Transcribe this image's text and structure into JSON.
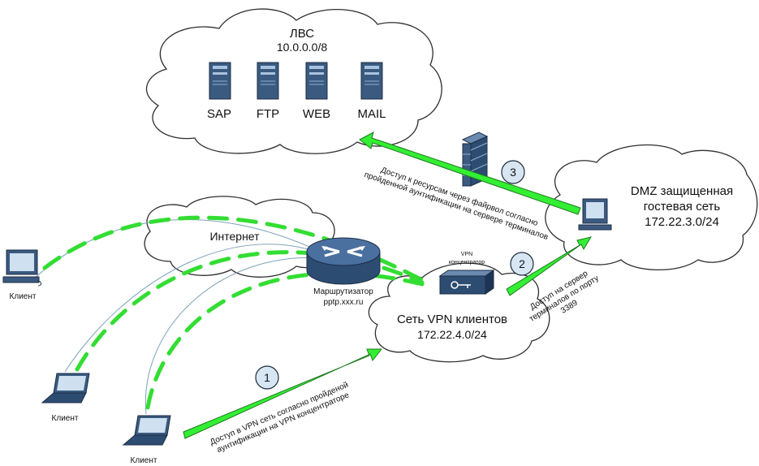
{
  "lan": {
    "title": "ЛВС",
    "subnet": "10.0.0.0/8"
  },
  "servers": [
    {
      "label": "SAP",
      "icon": "server-icon"
    },
    {
      "label": "FTP",
      "icon": "server-icon"
    },
    {
      "label": "WEB",
      "icon": "server-icon"
    },
    {
      "label": "MAIL",
      "icon": "server-icon"
    }
  ],
  "dmz": {
    "line1": "DMZ защищенная",
    "line2": "гостевая сеть",
    "subnet": "172.22.3.0/24"
  },
  "internet": {
    "label": "Интернет"
  },
  "router": {
    "line1": "Маршрутизатор",
    "line2": "pptp.xxx.ru",
    "icon": "router-icon"
  },
  "vpn_net": {
    "line1": "Сеть VPN клиентов",
    "subnet": "172.22.4.0/24"
  },
  "vpn_concentrator": {
    "line1": "VPN",
    "line2": "концентратор",
    "icon": "vpn-concentrator-icon"
  },
  "clients": [
    {
      "label": "Клиент",
      "icon": "desktop-computer-icon"
    },
    {
      "label": "Клиент",
      "icon": "laptop-icon"
    },
    {
      "label": "Клиент",
      "icon": "laptop-icon"
    }
  ],
  "steps": [
    {
      "num": "1",
      "line1": "Доступ в VPN сеть согласно пройденой",
      "line2": "аунтификации на VPN концентраторе"
    },
    {
      "num": "2",
      "line1": "Доступ на сервер",
      "line2": "терминалов по порту",
      "line3": "3389"
    },
    {
      "num": "3",
      "line1": "Доступ к ресурсам через файрвол согласно",
      "line2": "пройденной аунтификации на сервере терминалов"
    }
  ],
  "colors": {
    "arrow": "#33ee33",
    "tunnel": "#33dd33",
    "device": "#3a5a80"
  }
}
